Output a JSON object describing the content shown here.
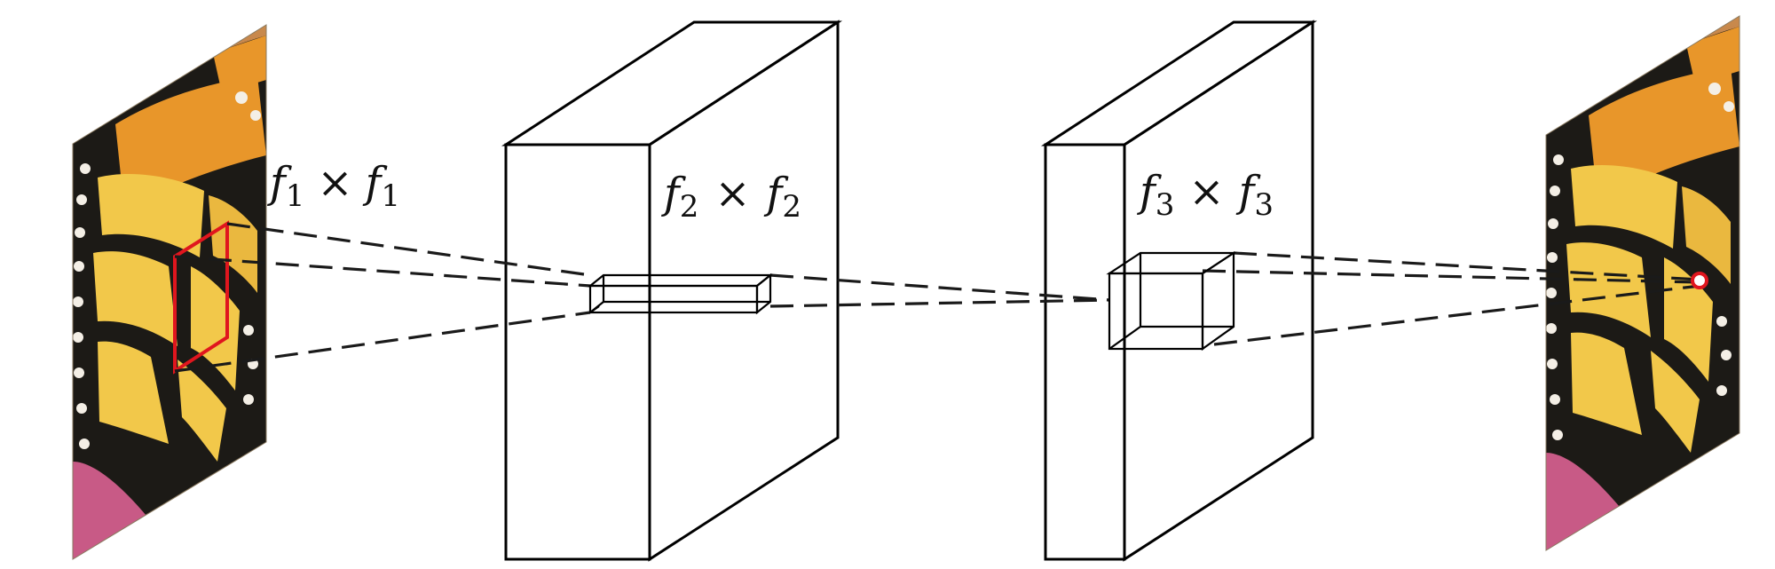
{
  "colors": {
    "accent": "#e0161e",
    "wing_yellow": "#f2c84a",
    "wing_orange": "#e8962a",
    "wing_black": "#1c1a16",
    "wing_white": "#f4efe6",
    "flower_pink": "#c85a86"
  },
  "labels": {
    "filter1": {
      "base": "f",
      "sub": "1",
      "op": "×"
    },
    "filter2": {
      "base": "f",
      "sub": "2",
      "op": "×"
    },
    "filter3": {
      "base": "f",
      "sub": "3",
      "op": "×"
    }
  }
}
